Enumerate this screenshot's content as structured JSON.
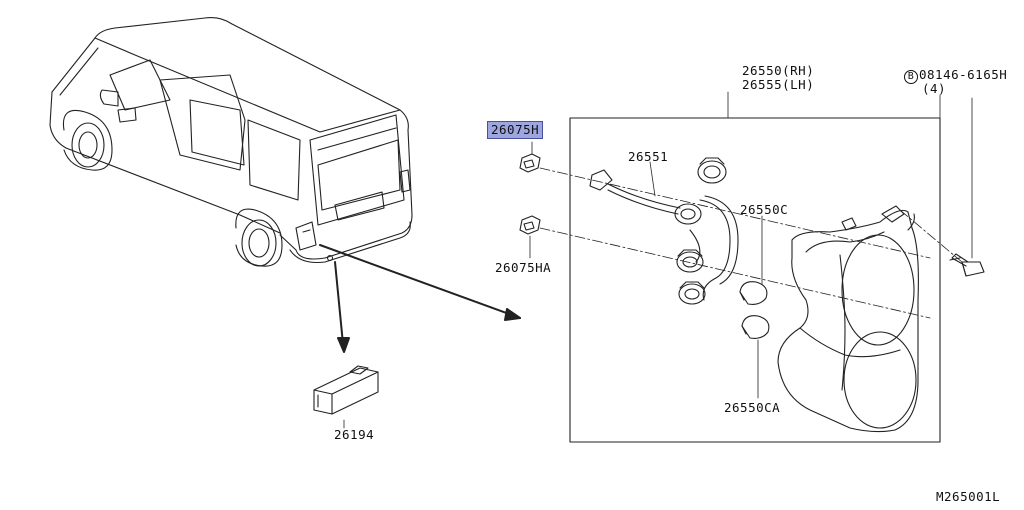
{
  "diagram": {
    "code": "M265001L",
    "parts": {
      "housing_rh": "26550(RH)",
      "housing_lh": "26555(LH)",
      "bolt_prefix": "B",
      "bolt": "08146-6165H",
      "bolt_qty": "(4)",
      "clip": "26075H",
      "clip_alt": "26075HA",
      "harness": "26551",
      "bulb": "26550C",
      "bulb_alt": "26550CA",
      "license_lamp": "26194"
    },
    "highlight_color": "#9ea6e0"
  }
}
